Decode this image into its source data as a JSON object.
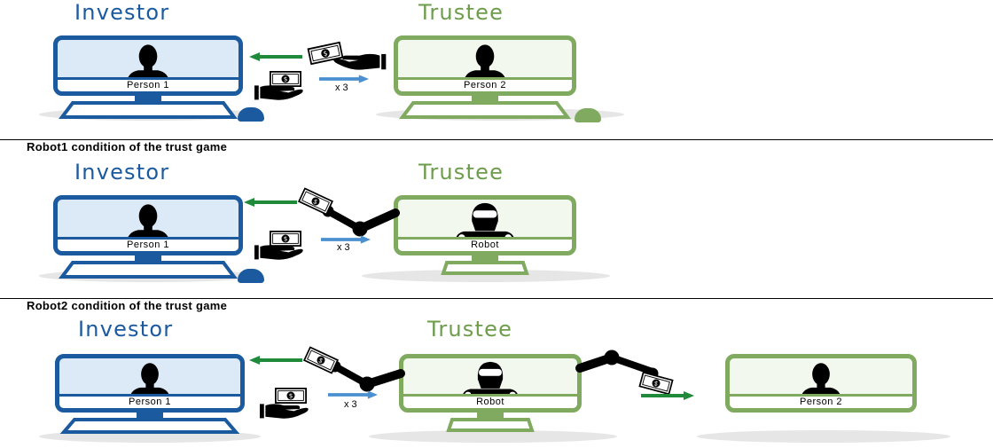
{
  "panel1": {
    "investor_label": "Investor",
    "trustee_label": "Trustee",
    "investor_person": "Person 1",
    "trustee_person": "Person 2",
    "multiplier": "x 3"
  },
  "panel2": {
    "caption": "Robot1 condition of the trust game",
    "investor_label": "Investor",
    "trustee_label": "Trustee",
    "investor_person": "Person 1",
    "trustee_person": "Robot",
    "multiplier": "x 3"
  },
  "panel3": {
    "caption": "Robot2 condition of the trust game",
    "investor_label": "Investor",
    "trustee_label": "Trustee",
    "investor_person": "Person 1",
    "trustee_person": "Robot",
    "third_person": "Person 2",
    "multiplier": "x 3"
  },
  "colors": {
    "investor_blue": "#1c5aa0",
    "trustee_green": "#6d9d4b",
    "return_arrow": "#1f8a3a",
    "invest_arrow": "#4a8fd0"
  },
  "icons": [
    "person-silhouette-icon",
    "robot-head-icon",
    "money-bill-icon",
    "hand-icon",
    "robot-arm-icon",
    "computer-mouse-icon"
  ]
}
